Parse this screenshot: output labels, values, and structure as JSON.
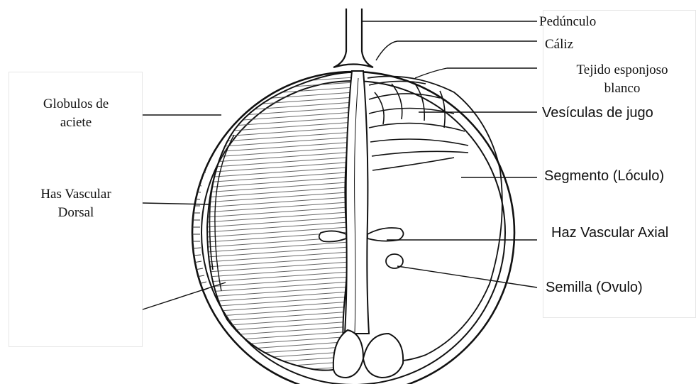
{
  "labels": {
    "pedunculo": "Pedúnculo",
    "caliz": "Cáliz",
    "tejido_line1": "Tejido esponjoso",
    "tejido_line2": "blanco",
    "vesiculas": "Vesículas de jugo",
    "segmento": "Segmento (Lóculo)",
    "haz_axial": "Haz Vascular Axial",
    "semilla": "Semilla (Ovulo)",
    "globulos_line1": "Globulos de",
    "globulos_line2": "aciete",
    "has_line1": "Has Vascular",
    "has_line2": "Dorsal"
  },
  "colors": {
    "line": "#111111",
    "hatch": "#555555",
    "background": "#ffffff"
  }
}
